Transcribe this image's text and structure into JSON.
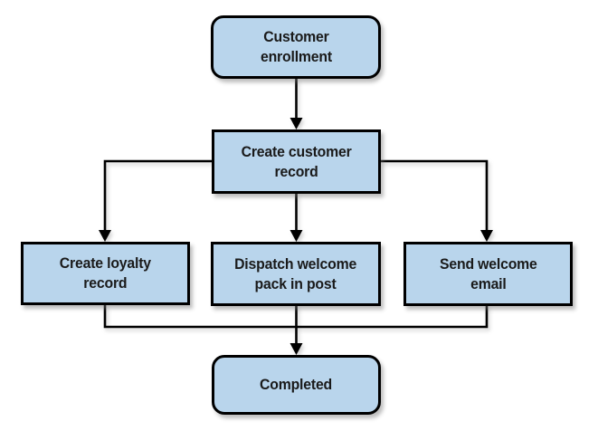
{
  "diagram_type": "flowchart",
  "colors": {
    "node_fill": "#b9d5ec",
    "node_border": "#000000",
    "connector_color": "#000000",
    "text_color": "#1a1a1a",
    "background": "#ffffff"
  },
  "nodes": [
    {
      "id": "customer-enrollment",
      "label": "Customer\nenrollment",
      "shape": "rounded-rectangle"
    },
    {
      "id": "create-customer-record",
      "label": "Create customer\nrecord",
      "shape": "rectangle"
    },
    {
      "id": "create-loyalty-record",
      "label": "Create loyalty\nrecord",
      "shape": "rectangle"
    },
    {
      "id": "dispatch-welcome-pack",
      "label": "Dispatch welcome\npack in post",
      "shape": "rectangle"
    },
    {
      "id": "send-welcome-email",
      "label": "Send welcome\nemail",
      "shape": "rectangle"
    },
    {
      "id": "completed",
      "label": "Completed",
      "shape": "rounded-rectangle"
    }
  ],
  "edges": [
    {
      "from": "customer-enrollment",
      "to": "create-customer-record"
    },
    {
      "from": "create-customer-record",
      "to": "create-loyalty-record"
    },
    {
      "from": "create-customer-record",
      "to": "dispatch-welcome-pack"
    },
    {
      "from": "create-customer-record",
      "to": "send-welcome-email"
    },
    {
      "from": "create-loyalty-record",
      "to": "completed"
    },
    {
      "from": "dispatch-welcome-pack",
      "to": "completed"
    },
    {
      "from": "send-welcome-email",
      "to": "completed"
    }
  ]
}
